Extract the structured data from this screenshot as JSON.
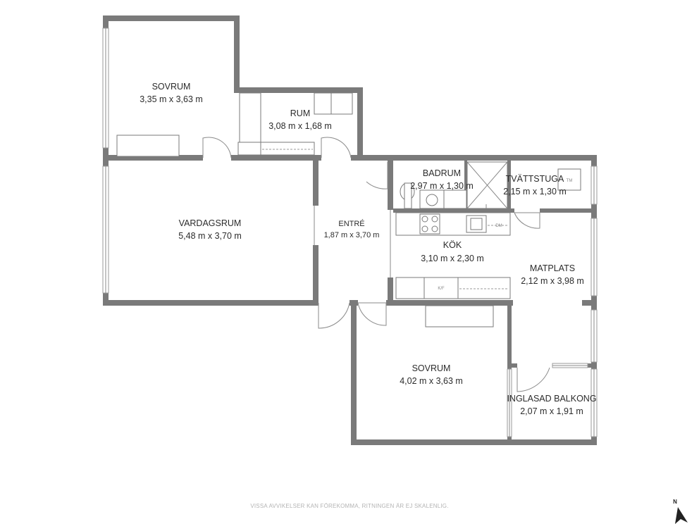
{
  "rooms": {
    "sovrum1": {
      "name": "SOVRUM",
      "dims": "3,35 m x 3,63 m"
    },
    "rum": {
      "name": "RUM",
      "dims": "3,08 m x 1,68 m"
    },
    "vardagsrum": {
      "name": "VARDAGSRUM",
      "dims": "5,48 m x 3,70 m"
    },
    "entre": {
      "name": "ENTRÉ",
      "dims": "1,87 m x 3,70 m"
    },
    "badrum": {
      "name": "BADRUM",
      "dims": "2,97 m x 1,30 m"
    },
    "tvattstuga": {
      "name": "TVÄTTSTUGA",
      "dims": "2,15 m x 1,30 m"
    },
    "kok": {
      "name": "KÖK",
      "dims": "3,10 m x 2,30 m"
    },
    "matplats": {
      "name": "MATPLATS",
      "dims": "2,12 m x 3,98 m"
    },
    "sovrum2": {
      "name": "SOVRUM",
      "dims": "4,02 m x 3,63 m"
    },
    "balkong": {
      "name": "INGLASAD BALKONG",
      "dims": "2,07 m x 1,91 m"
    }
  },
  "fixtures": {
    "tm_label": "TM",
    "dm_label": "DM",
    "kf_label": "K/F"
  },
  "disclaimer": "VISSA AVVIKELSER KAN FÖREKOMMA, RITNINGEN ÄR EJ SKALENLIG.",
  "compass": {
    "label": "N"
  },
  "colors": {
    "wall": "#7a7a7a",
    "text": "#2b2b2b",
    "background": "#ffffff"
  }
}
